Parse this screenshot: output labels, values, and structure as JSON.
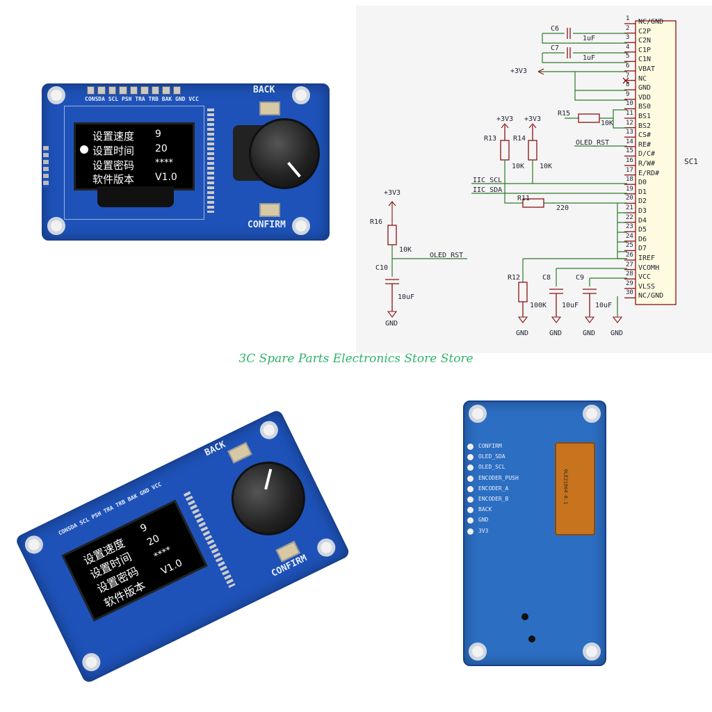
{
  "store_watermark": "3C Spare Parts Electronics Store Store",
  "board": {
    "pin_header_labels": "CONSDA SCL PSH TRA TRB BAK GND VCC",
    "button_back_label": "BACK",
    "button_confirm_label": "CONFIRM",
    "oled_menu": [
      {
        "label": "设置速度",
        "value": "9"
      },
      {
        "label": "设置时间",
        "value": "20"
      },
      {
        "label": "设置密码",
        "value": "****"
      },
      {
        "label": "软件版本",
        "value": "V1.0"
      }
    ],
    "pcb_color": "#1e52b8"
  },
  "schematic": {
    "connector_ref": "SC1",
    "pins": [
      {
        "num": "1",
        "name": "NC/GND"
      },
      {
        "num": "2",
        "name": "C2P"
      },
      {
        "num": "3",
        "name": "C2N"
      },
      {
        "num": "4",
        "name": "C1P"
      },
      {
        "num": "5",
        "name": "C1N"
      },
      {
        "num": "6",
        "name": "VBAT"
      },
      {
        "num": "7",
        "name": "NC"
      },
      {
        "num": "8",
        "name": "GND"
      },
      {
        "num": "9",
        "name": "VDD"
      },
      {
        "num": "10",
        "name": "BS0"
      },
      {
        "num": "11",
        "name": "BS1"
      },
      {
        "num": "12",
        "name": "BS2"
      },
      {
        "num": "13",
        "name": "CS#"
      },
      {
        "num": "14",
        "name": "RE#"
      },
      {
        "num": "15",
        "name": "D/C#"
      },
      {
        "num": "16",
        "name": "R/W#"
      },
      {
        "num": "17",
        "name": "E/RD#"
      },
      {
        "num": "18",
        "name": "D0"
      },
      {
        "num": "19",
        "name": "D1"
      },
      {
        "num": "20",
        "name": "D2"
      },
      {
        "num": "21",
        "name": "D3"
      },
      {
        "num": "22",
        "name": "D4"
      },
      {
        "num": "23",
        "name": "D5"
      },
      {
        "num": "24",
        "name": "D6"
      },
      {
        "num": "25",
        "name": "D7"
      },
      {
        "num": "26",
        "name": "IREF"
      },
      {
        "num": "27",
        "name": "VCOMH"
      },
      {
        "num": "28",
        "name": "VCC"
      },
      {
        "num": "29",
        "name": "VLSS"
      },
      {
        "num": "30",
        "name": "NC/GND"
      }
    ],
    "labels": {
      "c6": "C6",
      "c7": "C7",
      "c6_val": "1uF",
      "c7_val": "1uF",
      "p3v3": "+3V3",
      "r15": "R15",
      "r15_val": "10K",
      "r13": "R13",
      "r14": "R14",
      "r13_val": "10K",
      "r14_val": "10K",
      "oled_rst": "OLED_RST",
      "iic_scl": "IIC_SCL",
      "iic_sda": "IIC_SDA",
      "r11": "R11",
      "r11_val": "220",
      "r16": "R16",
      "r16_val": "10K",
      "c10": "C10",
      "c10_val": "10uF",
      "r12": "R12",
      "r12_val": "100K",
      "c8": "C8",
      "c8_val": "10uF",
      "c9": "C9",
      "c9_val": "10uF",
      "gnd": "GND"
    }
  },
  "board_back": {
    "pads": [
      "CONFIRM",
      "OLED_SDA",
      "OLED_SCL",
      "ENCODER_PUSH",
      "ENCODER_A",
      "ENCODER_B",
      "BACK",
      "GND",
      "3V3"
    ],
    "fpc_label": "OLE21864-0.1"
  }
}
